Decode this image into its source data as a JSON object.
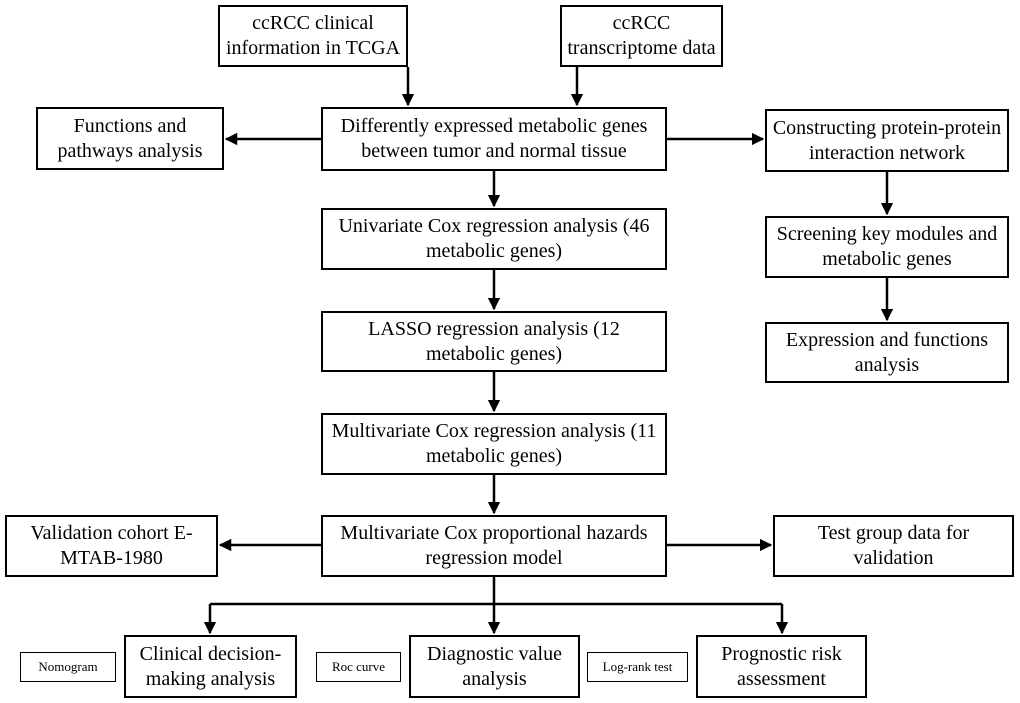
{
  "boxes": {
    "clinical": "ccRCC clinical information in TCGA",
    "transcriptome": "ccRCC transcriptome data",
    "deg": "Differently expressed metabolic genes between tumor and normal tissue",
    "functions": "Functions and pathways analysis",
    "ppi": "Constructing protein-protein interaction network",
    "univariate": "Univariate Cox regression analysis (46 metabolic genes)",
    "screening": "Screening key modules and metabolic genes",
    "lasso": "LASSO regression analysis (12 metabolic genes)",
    "expression": "Expression and functions analysis",
    "multivariate": "Multivariate Cox regression analysis (11 metabolic genes)",
    "model": "Multivariate Cox proportional hazards regression model",
    "validation_cohort": "Validation cohort E-MTAB-1980",
    "test_group": "Test group data for validation",
    "nomogram": "Nomogram",
    "clinical_decision": "Clinical decision-making analysis",
    "roc": "Roc curve",
    "diagnostic": "Diagnostic value analysis",
    "logrank": "Log-rank test",
    "prognostic": "Prognostic risk assessment"
  }
}
